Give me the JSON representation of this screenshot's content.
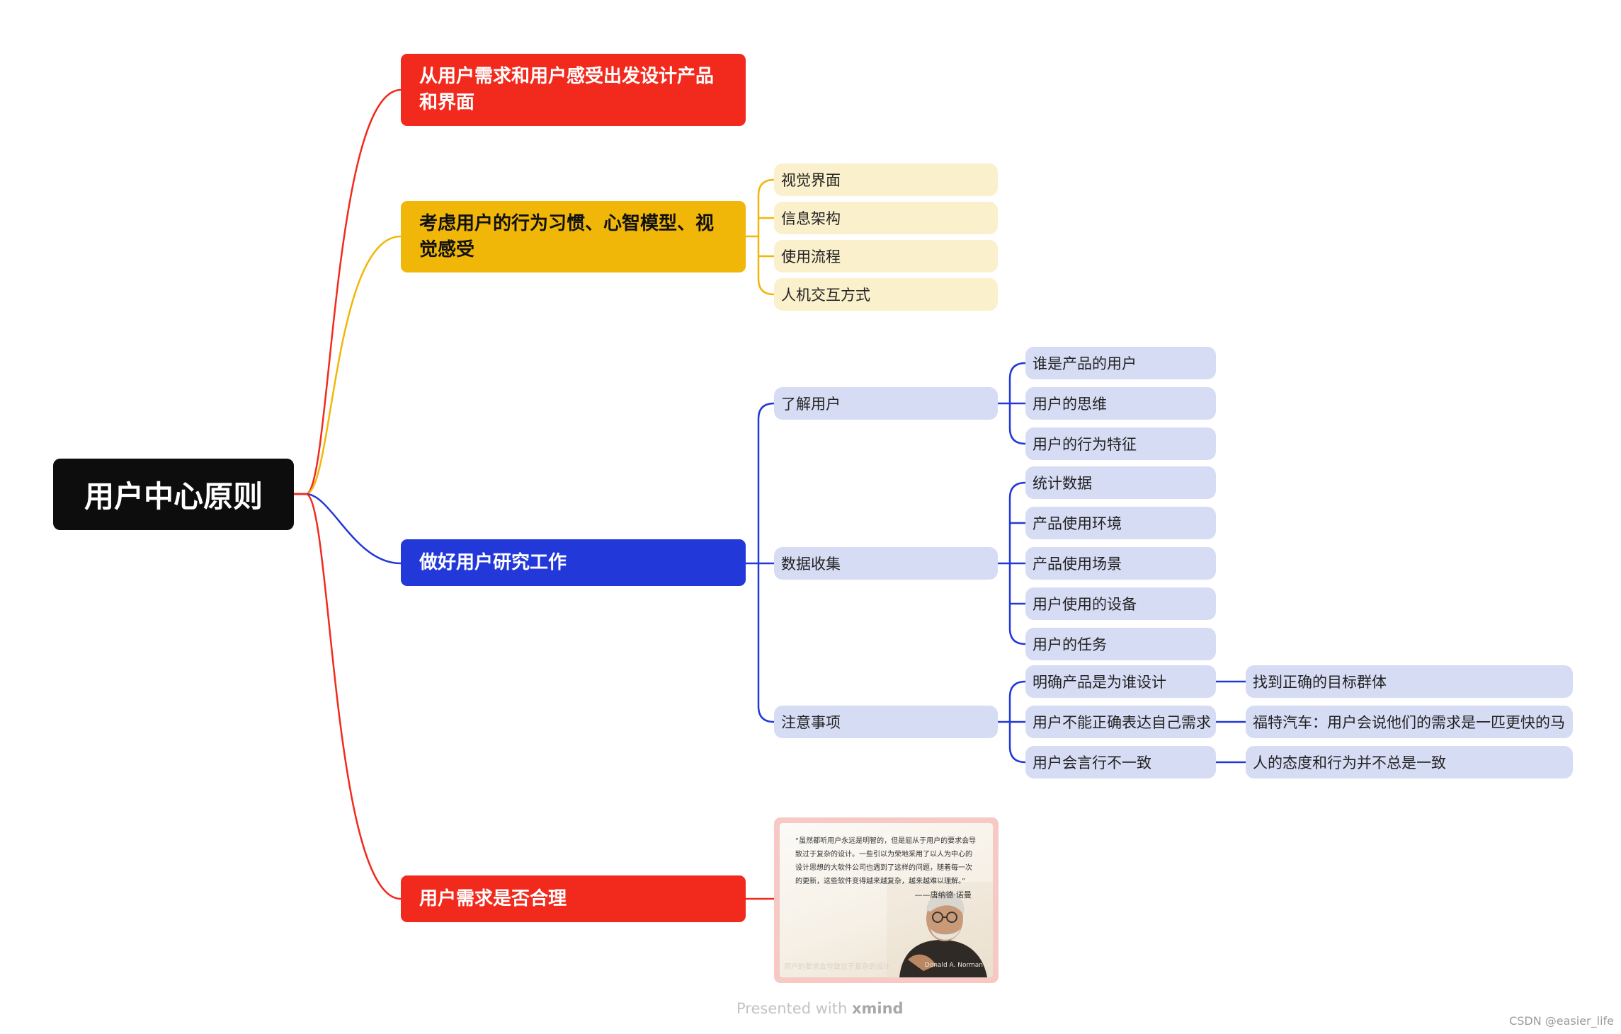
{
  "root": {
    "label": "用户中心原则"
  },
  "branches": [
    {
      "label": "从用户需求和用户感受出发设计产品和界面",
      "color": "#f22a1d"
    },
    {
      "label": "考虑用户的行为习惯、心智模型、视觉感受",
      "color": "#f1b708",
      "children": [
        "视觉界面",
        "信息架构",
        "使用流程",
        "人机交互方式"
      ]
    },
    {
      "label": "做好用户研究工作",
      "color": "#2238d8",
      "groups": [
        {
          "label": "了解用户",
          "items": [
            "谁是产品的用户",
            "用户的思维",
            "用户的行为特征"
          ]
        },
        {
          "label": "数据收集",
          "items": [
            "统计数据",
            "产品使用环境",
            "产品使用场景",
            "用户使用的设备",
            "用户的任务"
          ]
        },
        {
          "label": "注意事项",
          "items": [
            {
              "label": "明确产品是为谁设计",
              "note": "找到正确的目标群体"
            },
            {
              "label": "用户不能正确表达自己需求",
              "note": "福特汽车：用户会说他们的需求是一匹更快的马"
            },
            {
              "label": "用户会言行不一致",
              "note": "人的态度和行为并不总是一致"
            }
          ]
        }
      ]
    },
    {
      "label": "用户需求是否合理",
      "color": "#f22a1d"
    }
  ],
  "quote_card": {
    "text": "“虽然都听用户永远是明智的，但是屈从于用户的要求会导致过于复杂的设计。一些引以为荣地采用了以人为中心的设计思想的大软件公司也遇到了这样的问题，随着每一次的更新，这些软件变得越来越复杂，越来越难以理解。”",
    "author": "——唐纳德·诺曼",
    "caption": "用户的要求会导致过于复杂的设计",
    "name": "Donald A. Norman",
    "icon": "portrait-photo"
  },
  "footer": {
    "presented_with": "Presented with",
    "brand": "xmind"
  },
  "watermark": "CSDN @easier_life"
}
